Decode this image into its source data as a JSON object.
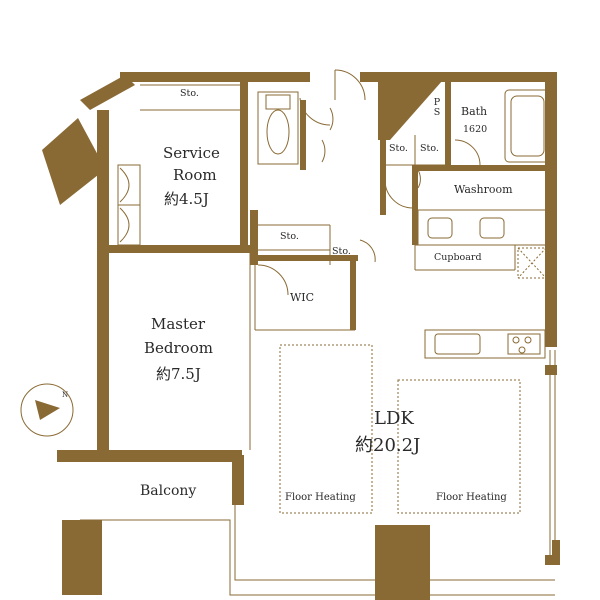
{
  "colors": {
    "wall": "#8a6a34",
    "fill": "#f6efe2",
    "line": "#8a6a34",
    "text": "#2a2a2a"
  },
  "rooms": {
    "service_room": {
      "name_line1": "Service",
      "name_line2": "Room",
      "size": "約4.5J"
    },
    "master_bedroom": {
      "name_line1": "Master",
      "name_line2": "Bedroom",
      "size": "約7.5J"
    },
    "ldk": {
      "name": "LDK",
      "size": "約20.2J"
    },
    "bath": {
      "name": "Bath",
      "size": "1620"
    },
    "washroom": {
      "name": "Washroom"
    },
    "wic": {
      "name": "WIC"
    },
    "balcony": {
      "name": "Balcony"
    },
    "cupboard": {
      "name": "Cupboard"
    }
  },
  "storage": {
    "sto_top": "Sto.",
    "sto_mid1": "Sto.",
    "sto_mid2": "Sto.",
    "sto_hall": "Sto.",
    "sto_small": "Sto.",
    "ps": "P S"
  },
  "floor_heating": {
    "left": "Floor Heating",
    "right": "Floor Heating"
  },
  "compass": {
    "icon": "compass-north-arrow-icon",
    "label": "N"
  }
}
